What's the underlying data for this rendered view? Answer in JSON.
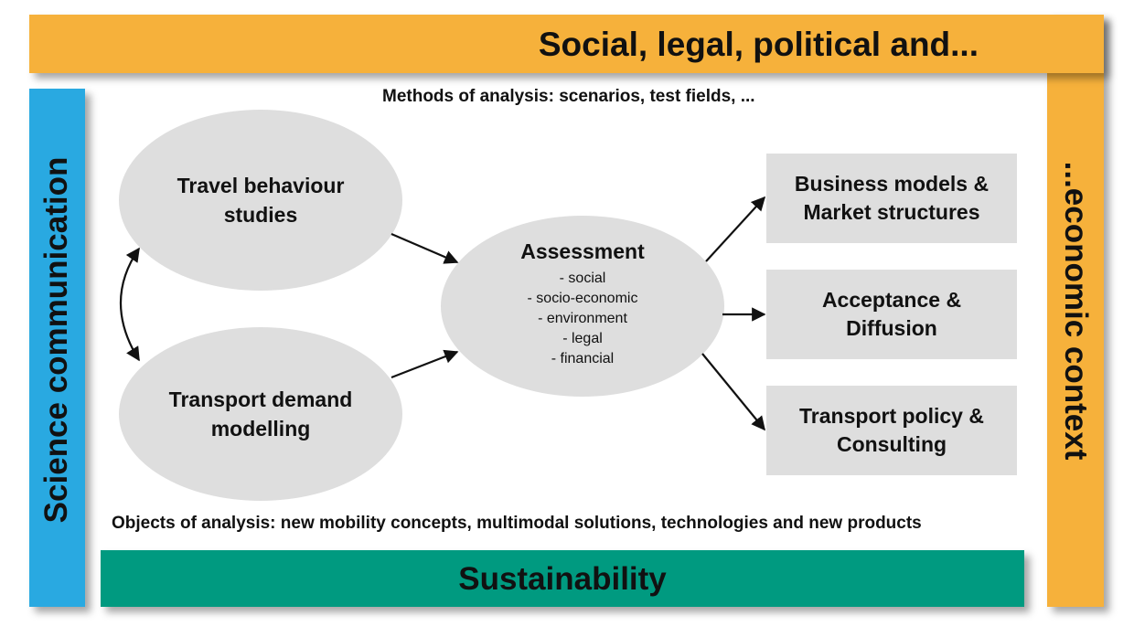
{
  "frame": {
    "top_label": "Social, legal, political and...",
    "right_label": "...economic context",
    "left_label": "Science communication",
    "bottom_label": "Sustainability",
    "colors": {
      "context": "#f6b13b",
      "science": "#29a9e1",
      "sustainability": "#009a80",
      "node_fill": "#dedede"
    }
  },
  "methods_caption": "Methods of analysis: scenarios, test fields, ...",
  "objects_caption": "Objects of analysis: new mobility concepts, multimodal solutions, technologies and new products",
  "nodes": {
    "travel": "Travel behaviour studies",
    "demand": "Transport demand modelling",
    "assessment": {
      "title": "Assessment",
      "items": [
        "- social",
        "- socio-economic",
        "- environment",
        "- legal",
        "- financial"
      ]
    }
  },
  "outcomes": {
    "business": "Business models & Market structures",
    "acceptance": "Acceptance & Diffusion",
    "policy": "Transport policy & Consulting"
  }
}
